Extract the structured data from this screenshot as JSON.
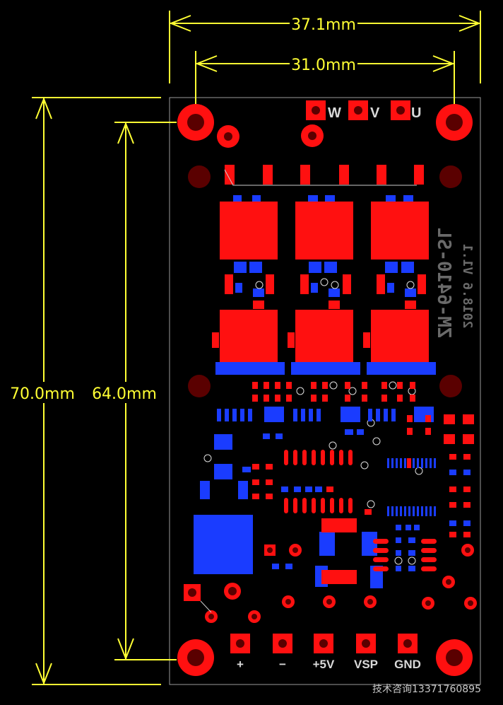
{
  "dimensions": {
    "width_outer": "37.1mm",
    "width_inner": "31.0mm",
    "height_outer": "70.0mm",
    "height_inner": "64.0mm"
  },
  "board": {
    "model": "ZM-6410-SL",
    "version": "2018.6  V1.1",
    "phase_pins": [
      "W",
      "V",
      "U"
    ],
    "io_pins": [
      "+",
      "−",
      "+5V",
      "VSP",
      "GND"
    ]
  },
  "footer": "技术咨询13371760895",
  "colors": {
    "dimension": "#ffff33",
    "top_copper": "#ff1010",
    "bottom_copper": "#1a3cff",
    "mount_hole": "#5a0000",
    "outline": "#9a9a9a"
  }
}
